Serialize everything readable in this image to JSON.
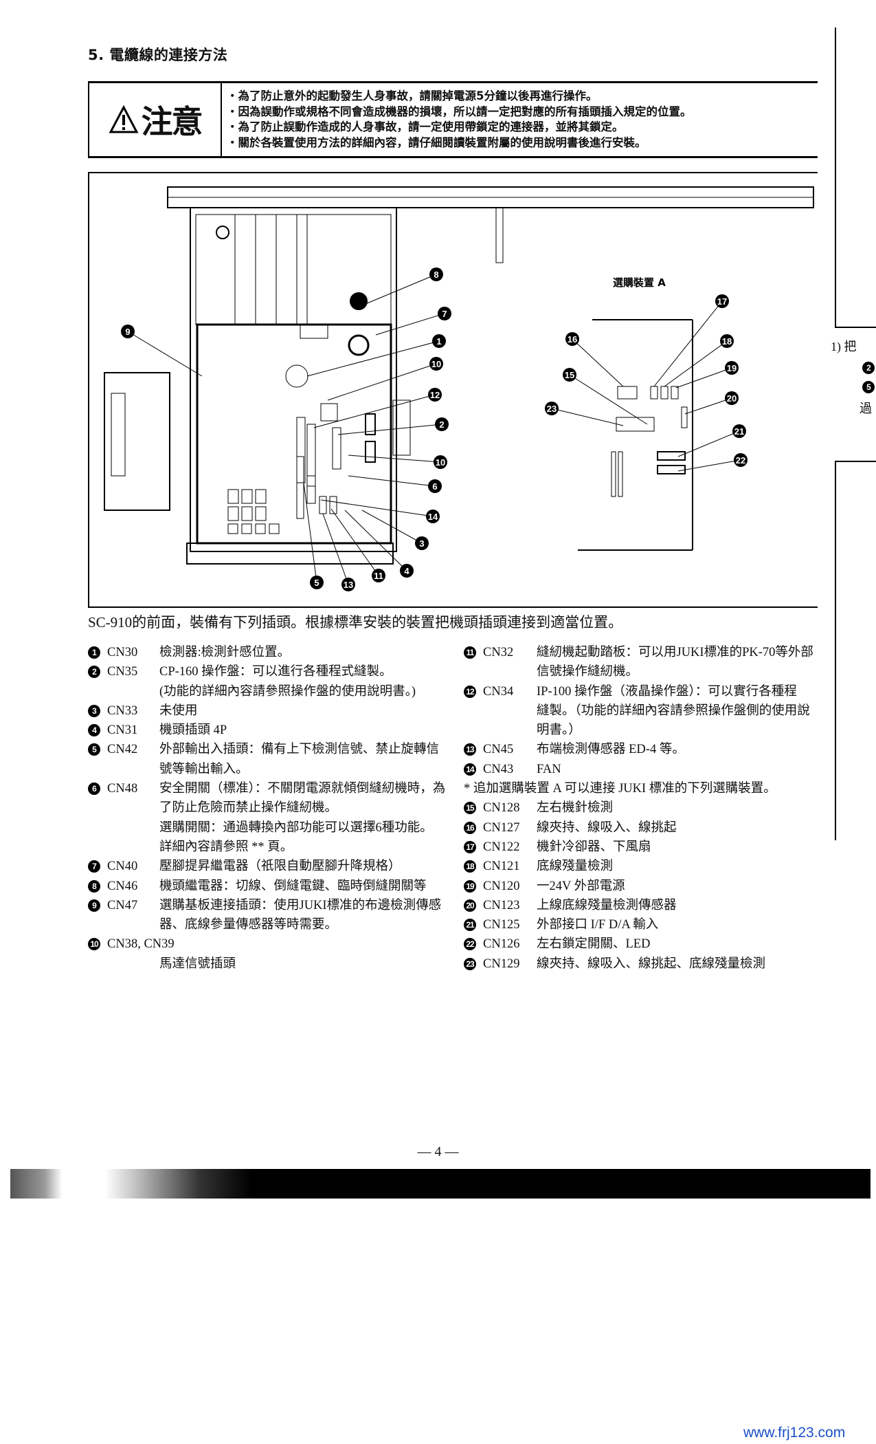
{
  "heading": "5. 電纜線的連接方法",
  "caution": {
    "icon": "warning-triangle-icon",
    "label": "注意",
    "lines": [
      "・為了防止意外的起動發生人身事故，請關掉電源5分鐘以後再進行操作。",
      "・因為誤動作或規格不同會造成機器的損壞，所以請一定把對應的所有插頭插入規定的位置。",
      "・為了防止誤動作造成的人身事故，請一定使用帶鎖定的連接器，並將其鎖定。",
      "・關於各裝置使用方法的詳細內容，請仔細閱讀裝置附屬的使用說明書後進行安裝。"
    ]
  },
  "figure": {
    "option_title": "選購裝置 A",
    "callouts": [
      "8",
      "7",
      "1",
      "10",
      "12",
      "2",
      "10",
      "6",
      "14",
      "3",
      "4",
      "11",
      "13",
      "5",
      "9",
      "17",
      "16",
      "18",
      "15",
      "19",
      "20",
      "23",
      "21",
      "22"
    ]
  },
  "intro": "SC-910的前面，裝備有下列插頭。根據標準安裝的裝置把機頭插頭連接到適當位置。",
  "left_items": [
    {
      "marker": "1",
      "cn": "CN30",
      "desc": [
        "檢測器:檢測針感位置。"
      ]
    },
    {
      "marker": "2",
      "cn": "CN35",
      "desc": [
        "CP-160 操作盤：可以進行各種程式縫製。",
        "(功能的詳細內容請參照操作盤的使用說明書。)"
      ]
    },
    {
      "marker": "3",
      "cn": "CN33",
      "desc": [
        "未使用"
      ]
    },
    {
      "marker": "4",
      "cn": "CN31",
      "desc": [
        "機頭插頭 4P"
      ]
    },
    {
      "marker": "5",
      "cn": "CN42",
      "desc": [
        "外部輸出入插頭：備有上下檢測信號、禁止旋轉信",
        "號等輸出輸入。"
      ]
    },
    {
      "marker": "6",
      "cn": "CN48",
      "desc": [
        "安全開關（標准）：不關閉電源就傾倒縫紉機時，為",
        "了防止危險而禁止操作縫紉機。",
        "選購開關：通過轉換內部功能可以選擇6種功能。",
        "詳細內容請參照 ** 頁。"
      ]
    },
    {
      "marker": "7",
      "cn": "CN40",
      "desc": [
        "壓腳提昇繼電器（祇限自動壓腳升降規格）"
      ]
    },
    {
      "marker": "8",
      "cn": "CN46",
      "desc": [
        "機頭繼電器：切線、倒縫電鍵、臨時倒縫開關等"
      ]
    },
    {
      "marker": "9",
      "cn": "CN47",
      "desc": [
        "選購基板連接插頭：使用JUKI標准的布邊檢測傳感",
        "器、底線參量傳感器等時需要。"
      ]
    },
    {
      "marker": "10",
      "cn": "CN38, CN39",
      "desc": [
        "",
        "馬達信號插頭"
      ]
    }
  ],
  "right_items": [
    {
      "marker": "11",
      "cn": "CN32",
      "desc": [
        "縫紉機起動踏板：可以用JUKI標准的PK-70等外部",
        "信號操作縫紉機。"
      ]
    },
    {
      "marker": "12",
      "cn": "CN34",
      "desc": [
        "IP-100 操作盤（液晶操作盤）：可以實行各種程",
        "縫製。（功能的詳細內容請參照操作盤側的使用說",
        "明書。）"
      ]
    },
    {
      "marker": "13",
      "cn": "CN45",
      "desc": [
        "布端檢測傳感器 ED-4 等。"
      ]
    },
    {
      "marker": "14",
      "cn": "CN43",
      "desc": [
        "FAN"
      ]
    },
    {
      "note": "* 追加選購裝置 A 可以連接 JUKI 標准的下列選購裝置。"
    },
    {
      "marker": "15",
      "cn": "CN128",
      "desc": [
        "左右機針檢測"
      ]
    },
    {
      "marker": "16",
      "cn": "CN127",
      "desc": [
        "線夾持、線吸入、線挑起"
      ]
    },
    {
      "marker": "17",
      "cn": "CN122",
      "desc": [
        "機針冷卻器、下風扇"
      ]
    },
    {
      "marker": "18",
      "cn": "CN121",
      "desc": [
        "底線殘量檢測"
      ]
    },
    {
      "marker": "19",
      "cn": "CN120",
      "desc": [
        "一24V 外部電源"
      ]
    },
    {
      "marker": "20",
      "cn": "CN123",
      "desc": [
        "上線底線殘量檢測傳感器"
      ]
    },
    {
      "marker": "21",
      "cn": "CN125",
      "desc": [
        "外部接口 I/F D/A 輸入"
      ]
    },
    {
      "marker": "22",
      "cn": "CN126",
      "desc": [
        "左右鎖定開關、LED"
      ]
    },
    {
      "marker": "23",
      "cn": "CN129",
      "desc": [
        "線夾持、線吸入、線挑起、底線殘量檢測"
      ]
    }
  ],
  "sliver": {
    "item": "1)",
    "text1": "把",
    "marker1": "2",
    "marker2": "5",
    "text2": "過"
  },
  "page_number": "— 4 —",
  "watermark": "www.frj123.com"
}
